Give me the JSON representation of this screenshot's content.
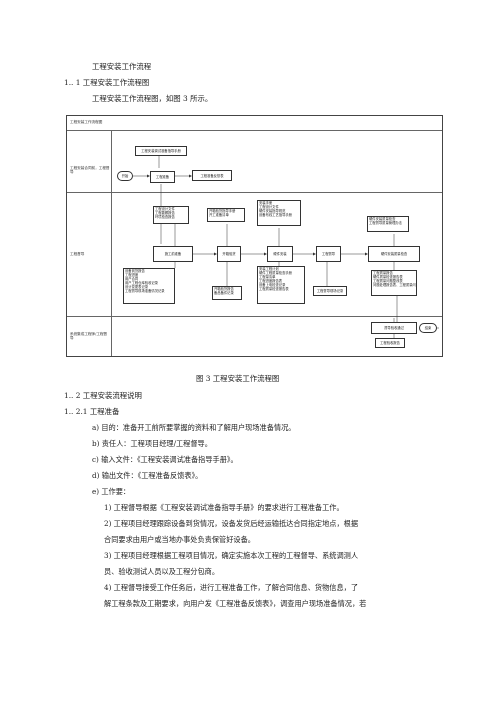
{
  "doc": {
    "title": "工程安装工作流程",
    "sec_1_1": "1.. 1    工程安装工作流程图",
    "sec_1_1_text": "工程安装工作流程图，如图 3 所示。",
    "fig_caption": "图 3   工程安装工作流程图",
    "sec_1_2": "1.. 2    工程安装流程说明",
    "sec_1_2_1": "1.. 2.1    工程准备",
    "items": {
      "a": "a)  目的：准备开工前所要掌握的资料和了解用户现场准备情况。",
      "b": "b)  责任人：工程项目经理/工程督导。",
      "c": "c)  输入文件：《工程安装调试准备指导手册》。",
      "d": "d)  输出文件：《工程准备反馈表》。",
      "e": "e)  工作要：",
      "e1": "1)     工程督导根据《工程安装调试准备指导手册》的要求进行工程准备工作。",
      "e2a": "2)     工程项目经理跟踪设备到货情况，设备发货后经运输抵达合同指定地点，根据",
      "e2b": "合同要求由用户或当地办事处负责保管好设备。",
      "e3a": "3)     工程项目经理根据工程项目情况，确定实施本次工程的工程督导、系统调测人",
      "e3b": "员、验收测试人员以及工程分包商。",
      "e4a": "4)     工程督导接受工作任务后，进行工程准备工作，了解合同信息、货物信息，了",
      "e4b": "解工程条款及工期要求，向用户发《工程准备反馈表》，调查用户现场准备情况，若"
    }
  },
  "flow": {
    "header": "工程安装工作流程图",
    "lanes": {
      "top": "工程安装合同前，工程督导",
      "mid": "工程督导",
      "bot": "系统集成工程师/工程督导"
    },
    "boxes": {
      "manual": "工程安装调试准备指导手册",
      "start": "开始",
      "contract": "工程准备",
      "feedback": "工程准备反馈表",
      "prep": "施工前准备",
      "stage1": "开箱验货",
      "stage2": "硬件安装",
      "stage3": "工程督导",
      "stage4": "硬件安装质量检查",
      "end": "结束",
      "final": "督导验收通过",
      "archive": "工程验收报告"
    },
    "notes": {
      "prep_top": [
        "工程设计文件",
        "工程勘察报告",
        "环境检查报告"
      ],
      "stage1_top": [
        "开箱验货指导手册",
        "开工准备清单"
      ],
      "stage2_top": [
        "安装手册",
        "工程设计文件",
        "硬件安装指导规范",
        "设备布线工艺指导手册"
      ],
      "stage4_top": [
        "硬件安装质量检查",
        "工程督导质量管理办法"
      ],
      "prep_bot": [
        "设备到货报告",
        "工程进度",
        "用户合同",
        "用户工程仓库验收记录",
        "设计变更表记录",
        "工程督导现场准备情况记录"
      ],
      "stage1_bot": [
        "开箱验货报告",
        "备品备件记录"
      ],
      "stage2_bot": [
        "安装工程计划",
        "硬件工程质量检查手册",
        "工程量清单",
        "工程进度报告表",
        "设备上电检查记录",
        "工程质量检查报告表"
      ],
      "stage3_bot": [
        "工程督导现场记录"
      ],
      "stage4_bot": [
        "工程质量报告",
        "硬件质量检查报告表",
        "工程质量问题整改表",
        "问题处理报告表、工程质量问题"
      ]
    }
  }
}
